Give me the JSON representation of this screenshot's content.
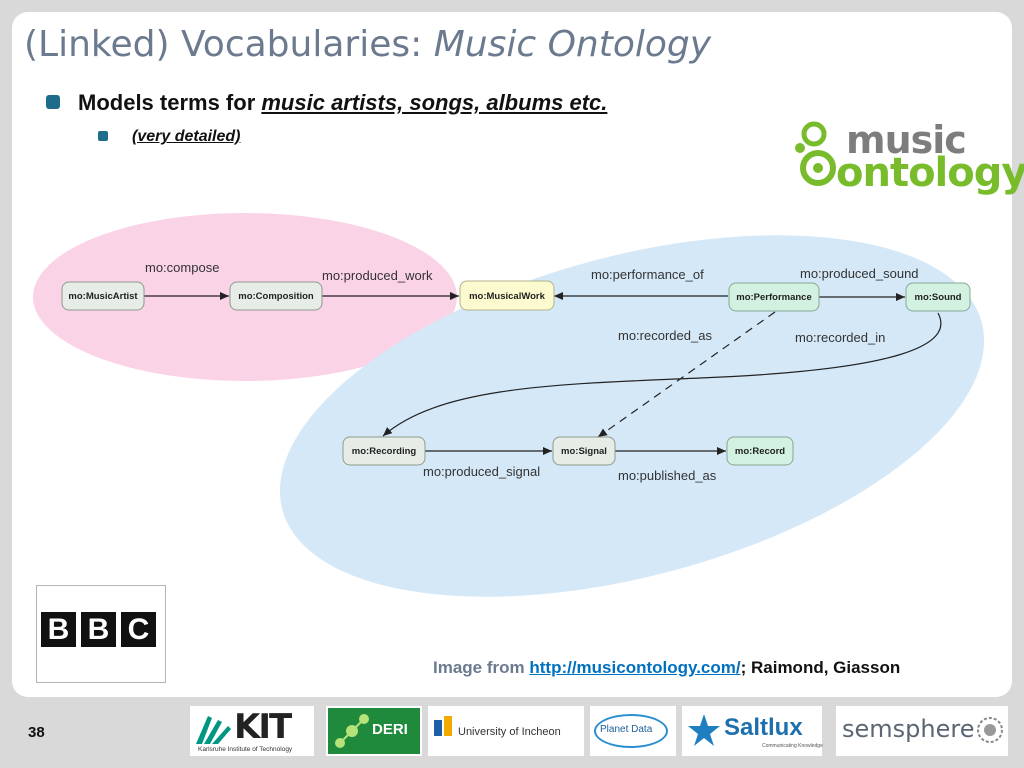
{
  "title": {
    "main": "(Linked) Vocabularies: ",
    "emphasis": "Music Ontology"
  },
  "bullets": {
    "level1_prefix": "Models terms for ",
    "level1_link": "music artists, songs, albums etc.",
    "level2": "(very detailed)"
  },
  "logo": {
    "line1": "music",
    "line2": "ontology"
  },
  "diagram": {
    "nodes": {
      "music_artist": "mo:MusicArtist",
      "composition": "mo:Composition",
      "musical_work": "mo:MusicalWork",
      "performance": "mo:Performance",
      "sound": "mo:Sound",
      "recording": "mo:Recording",
      "signal": "mo:Signal",
      "record": "mo:Record"
    },
    "edges": {
      "compose": "mo:compose",
      "produced_work": "mo:produced_work",
      "performance_of": "mo:performance_of",
      "produced_sound": "mo:produced_sound",
      "recorded_as": "mo:recorded_as",
      "recorded_in": "mo:recorded_in",
      "produced_signal": "mo:produced_signal",
      "published_as": "mo:published_as"
    }
  },
  "bbc": {
    "b1": "B",
    "b2": "B",
    "c": "C"
  },
  "credit": {
    "prefix": "Image from ",
    "link": "http://musicontology.com/",
    "separator": ";  ",
    "authors": "Raimond, Giasson"
  },
  "page_number": "38",
  "sponsors": {
    "kit": "KIT",
    "kit_sub": "Karlsruhe Institute of Technology",
    "deri": "DERI",
    "incheon": "University of Incheon",
    "planet": "Planet Data",
    "saltlux": "Saltlux",
    "saltlux_sub": "Communicating Knowledge",
    "semsphere": "semsphere"
  },
  "colors": {
    "title": "#6b7a8f",
    "bullet": "#1d6c8c",
    "pink_region": "#fbd3e7",
    "blue_region": "#d5e8f8",
    "link": "#0070c0",
    "logo_green": "#78bc2b",
    "logo_gray": "#7d7d7d"
  }
}
